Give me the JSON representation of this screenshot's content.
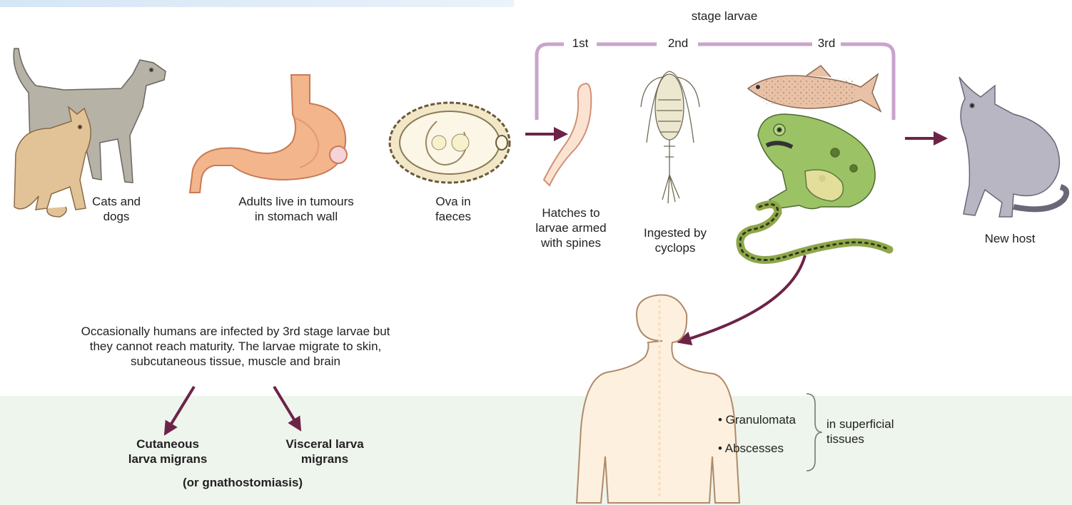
{
  "stage": {
    "title": "stage larvae",
    "markers": [
      "1st",
      "2nd",
      "3rd"
    ]
  },
  "lifecycle": {
    "host_label": "Cats and\ndogs",
    "adults_label": "Adults live in tumours\nin stomach wall",
    "ova_label": "Ova in\nfaeces",
    "hatch_label": "Hatches to\nlarvae armed\nwith spines",
    "ingested_label": "Ingested by\ncyclops",
    "new_host_label": "New host"
  },
  "human": {
    "note": "Occasionally humans are infected by 3rd stage larvae but\nthey cannot reach maturity. The larvae migrate to skin,\nsubcutaneous tissue, muscle and brain",
    "cutaneous_label": "Cutaneous\nlarva migrans",
    "visceral_label": "Visceral larva\nmigrans",
    "gnathostomiasis_label": "(or gnathostomiasis)",
    "findings": [
      "• Granulomata",
      "• Abscesses"
    ],
    "location_label": "in superficial\ntissues"
  },
  "colors": {
    "arrow": "#6d2347",
    "bracket": "#c9a3cd",
    "top_band": "#d6e6f5",
    "bottom_band": "#eef5ec"
  },
  "icons": [
    "dog-icon",
    "cat-icon",
    "stomach-icon",
    "ovum-icon",
    "larva-icon",
    "cyclops-icon",
    "fish-icon",
    "frog-icon",
    "snake-icon",
    "new-host-cat-icon",
    "human-body-icon"
  ]
}
